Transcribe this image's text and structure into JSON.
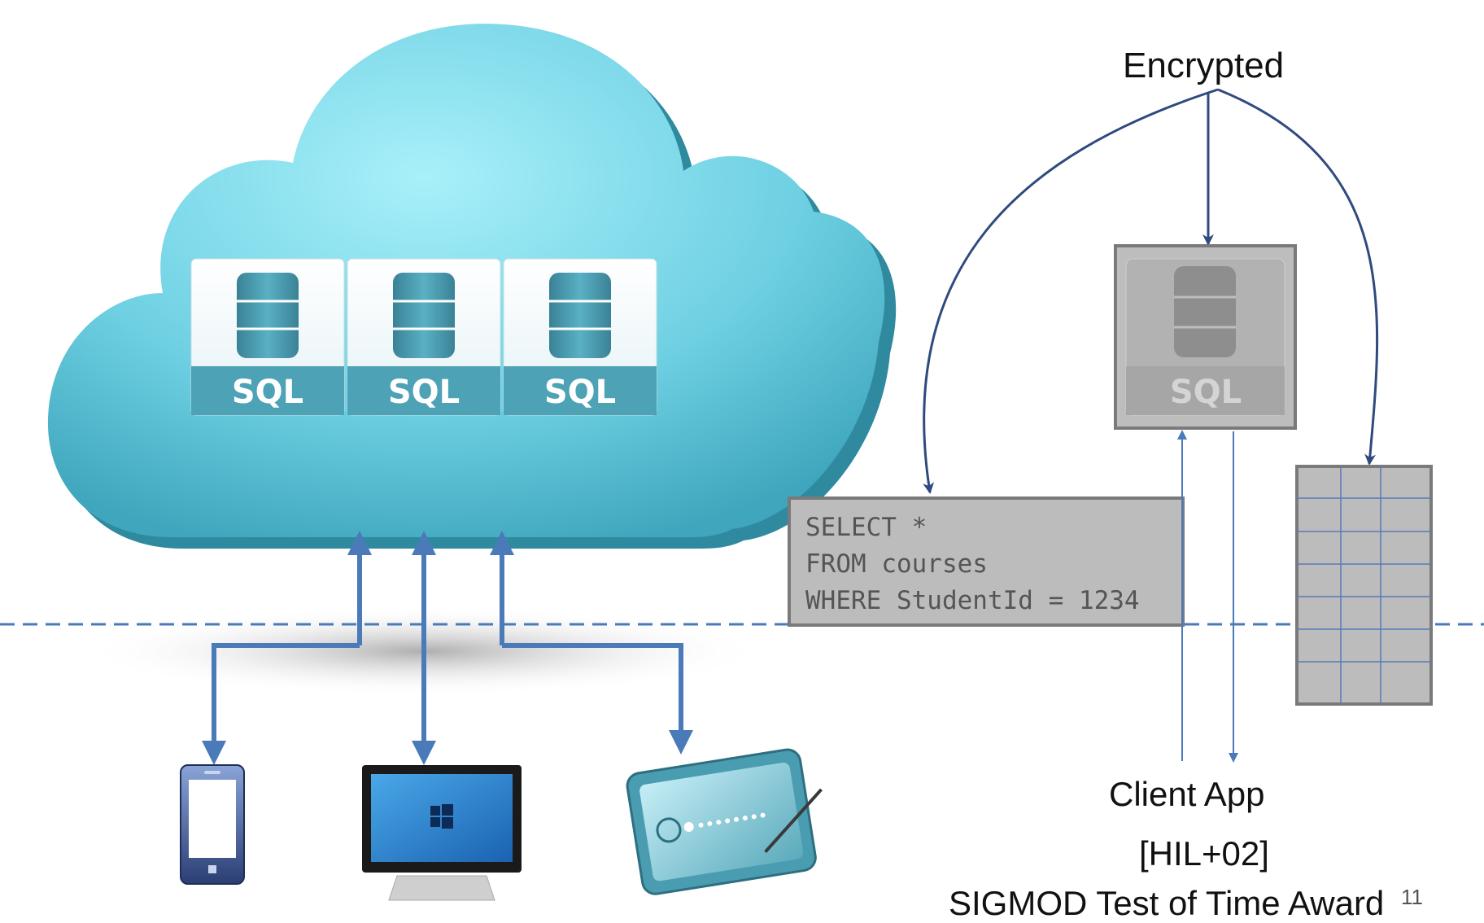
{
  "sql_label": "SQL",
  "query": {
    "lines": [
      "SELECT *",
      "FROM courses",
      "WHERE StudentId = 1234"
    ]
  },
  "labels": {
    "encrypted": "Encrypted",
    "client_app": "Client App",
    "reference": "[HIL+02]",
    "award": "SIGMOD Test of Time Award",
    "page_number": "11"
  },
  "icons": [
    "cloud-icon",
    "database-icon",
    "phone-icon",
    "monitor-icon",
    "tablet-icon",
    "table-icon"
  ],
  "colors": {
    "arrow": "#4a7ab8",
    "encrypted_box": "#b8b8b8",
    "cloud": "#7fd4e4",
    "separator": "#4a7ab8"
  }
}
